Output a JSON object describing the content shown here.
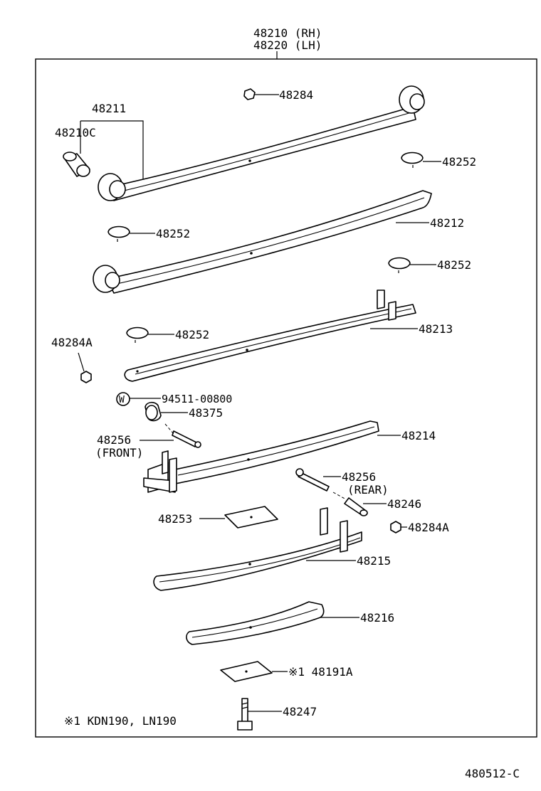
{
  "assembly": {
    "part_rh": "48210 (RH)",
    "part_lh": "48220 (LH)"
  },
  "labels": {
    "p48211": "48211",
    "p48210c": "48210C",
    "p48284_top": "48284",
    "p48252_a": "48252",
    "p48252_b": "48252",
    "p48252_c": "48252",
    "p48252_d": "48252",
    "p48212": "48212",
    "p48213": "48213",
    "p48284a_left": "48284A",
    "washer_mark": "W",
    "p94511": "94511-00800",
    "p48375": "48375",
    "p48256_front": "48256",
    "front_note": "(FRONT)",
    "p48214": "48214",
    "p48256_rear": "48256",
    "rear_note": "(REAR)",
    "p48246": "48246",
    "p48253": "48253",
    "p48284a_right": "48284A",
    "p48215": "48215",
    "p48216": "48216",
    "p48191a": "※1 48191A",
    "p48247": "48247"
  },
  "footnote": "※1 KDN190, LN190",
  "diagram_code": "480512-C"
}
